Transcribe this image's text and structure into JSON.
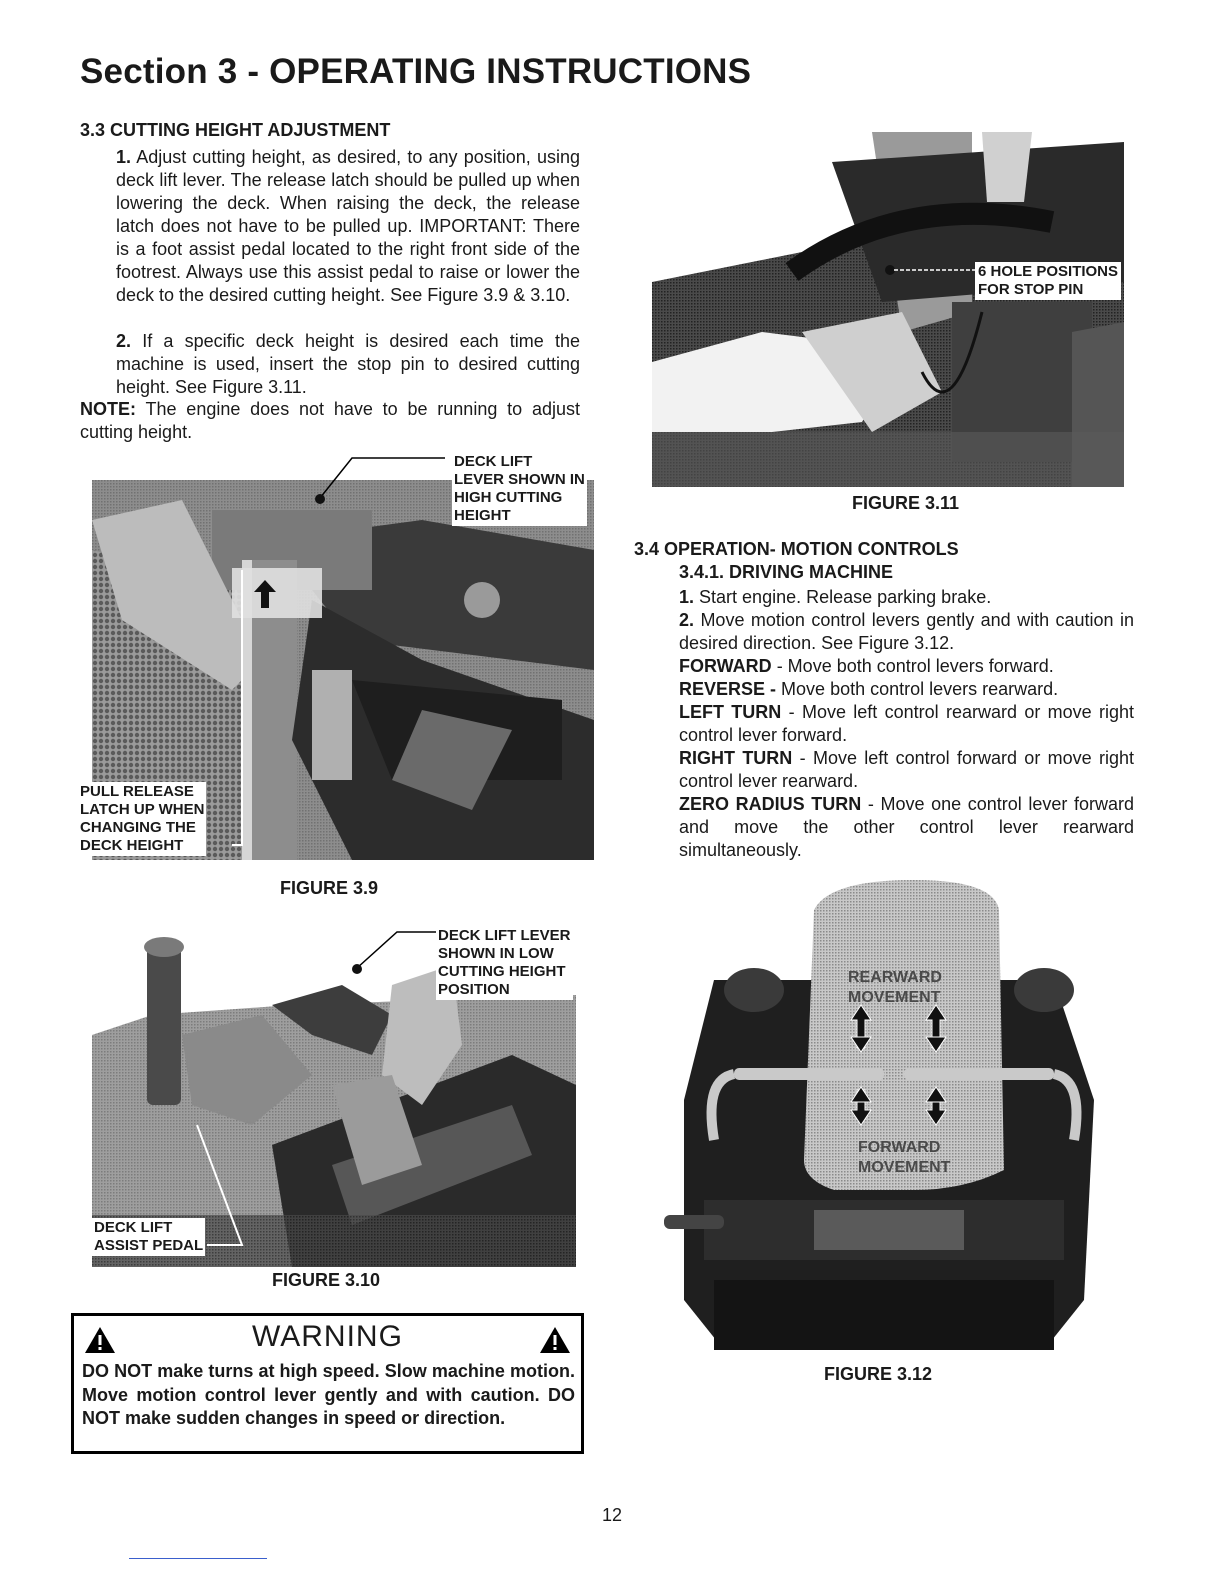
{
  "header": {
    "section_title": "Section 3 - OPERATING INSTRUCTIONS"
  },
  "s33": {
    "heading": "3.3 CUTTING HEIGHT ADJUSTMENT",
    "item1_num": "1.",
    "item1_text": "Adjust cutting height, as desired, to any position, using deck lift lever. The release latch should be pulled up when lowering the deck. When raising the deck, the release latch does not have to be pulled up. IMPORTANT: There is a foot assist pedal located to the right front side of the footrest. Always use this assist pedal to raise or lower the deck to the desired cutting height. See Figure 3.9 & 3.10.",
    "item2_num": "2.",
    "item2_text": "If a specific deck height is desired each time the machine is used, insert the stop pin to desired cutting height. See Figure 3.11.",
    "note_label": "NOTE:",
    "note_text": "The engine does not have to be running to adjust cutting height."
  },
  "fig39": {
    "callout_top": [
      "DECK LIFT",
      "LEVER SHOWN IN",
      "HIGH CUTTING",
      "HEIGHT"
    ],
    "callout_left": [
      "PULL RELEASE",
      "LATCH UP WHEN",
      "CHANGING THE",
      "DECK HEIGHT"
    ],
    "caption": "FIGURE 3.9"
  },
  "fig310": {
    "callout_top": [
      "DECK LIFT LEVER",
      "SHOWN IN LOW",
      "CUTTING HEIGHT",
      "POSITION"
    ],
    "callout_left": [
      "DECK LIFT",
      "ASSIST PEDAL"
    ],
    "caption": "FIGURE 3.10"
  },
  "fig311": {
    "callout": [
      "6 HOLE POSITIONS",
      "FOR STOP PIN"
    ],
    "caption": "FIGURE 3.11"
  },
  "fig312": {
    "rearward": [
      "REARWARD",
      "MOVEMENT"
    ],
    "forward": [
      "FORWARD",
      "MOVEMENT"
    ],
    "caption": "FIGURE 3.12"
  },
  "warning": {
    "title": "WARNING",
    "text": "DO NOT make turns at high speed. Slow machine motion. Move motion control lever gently and with caution. DO NOT make sudden changes in speed or direction."
  },
  "s34": {
    "heading": "3.4 OPERATION- MOTION CONTROLS",
    "subheading": "3.4.1. DRIVING MACHINE",
    "item1_num": "1.",
    "item1_text": "Start engine. Release parking brake.",
    "item2_num": "2.",
    "item2_text": "Move motion control levers gently and with caution in desired direction. See Figure 3.12.",
    "forward_label": "FORWARD",
    "forward_text": "- Move both control levers forward.",
    "reverse_label": "REVERSE -",
    "reverse_text": "Move both control levers rearward.",
    "left_label": "LEFT TURN",
    "left_text": "- Move left control rearward or move right control lever forward.",
    "right_label": "RIGHT TURN",
    "right_text": "- Move left control forward or move right control lever rearward.",
    "zero_label": "ZERO RADIUS TURN",
    "zero_text": "- Move one control lever forward and move the other control lever rearward simultaneously."
  },
  "footer": {
    "page_number": "12"
  },
  "colors": {
    "photo_dark": "#2b2b2b",
    "photo_mid": "#6e6e6e",
    "photo_light": "#bdbdbd"
  }
}
